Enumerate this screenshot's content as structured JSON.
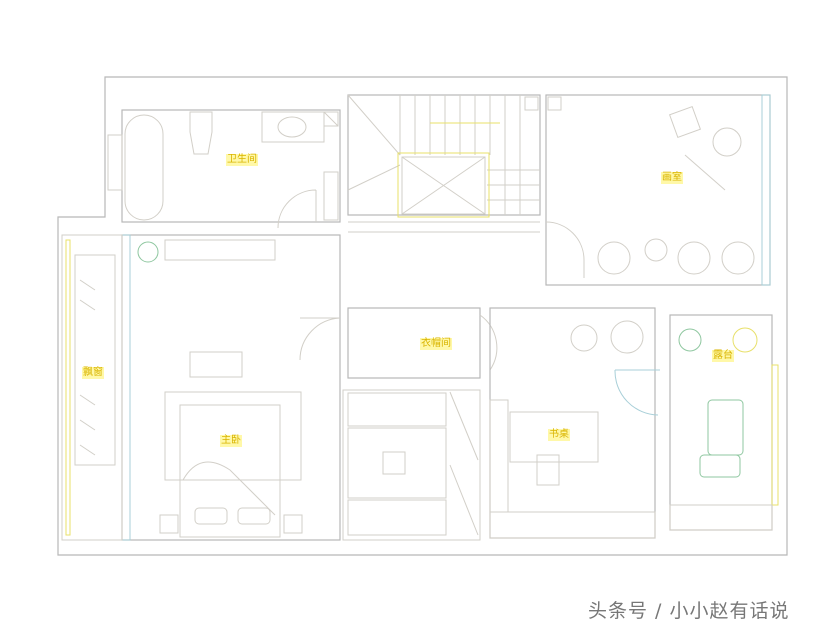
{
  "rooms": {
    "bathroom": "卫生间",
    "studio": "画室",
    "bay_window": "飘窗",
    "master_bedroom": "主卧",
    "cloakroom": "衣帽间",
    "desk": "书桌",
    "terrace": "露台"
  },
  "watermark": "头条号 / 小小赵有话说",
  "colors": {
    "walls": "#b8b8b8",
    "labels": "#d9b400",
    "plants": "#8fc7a0"
  }
}
